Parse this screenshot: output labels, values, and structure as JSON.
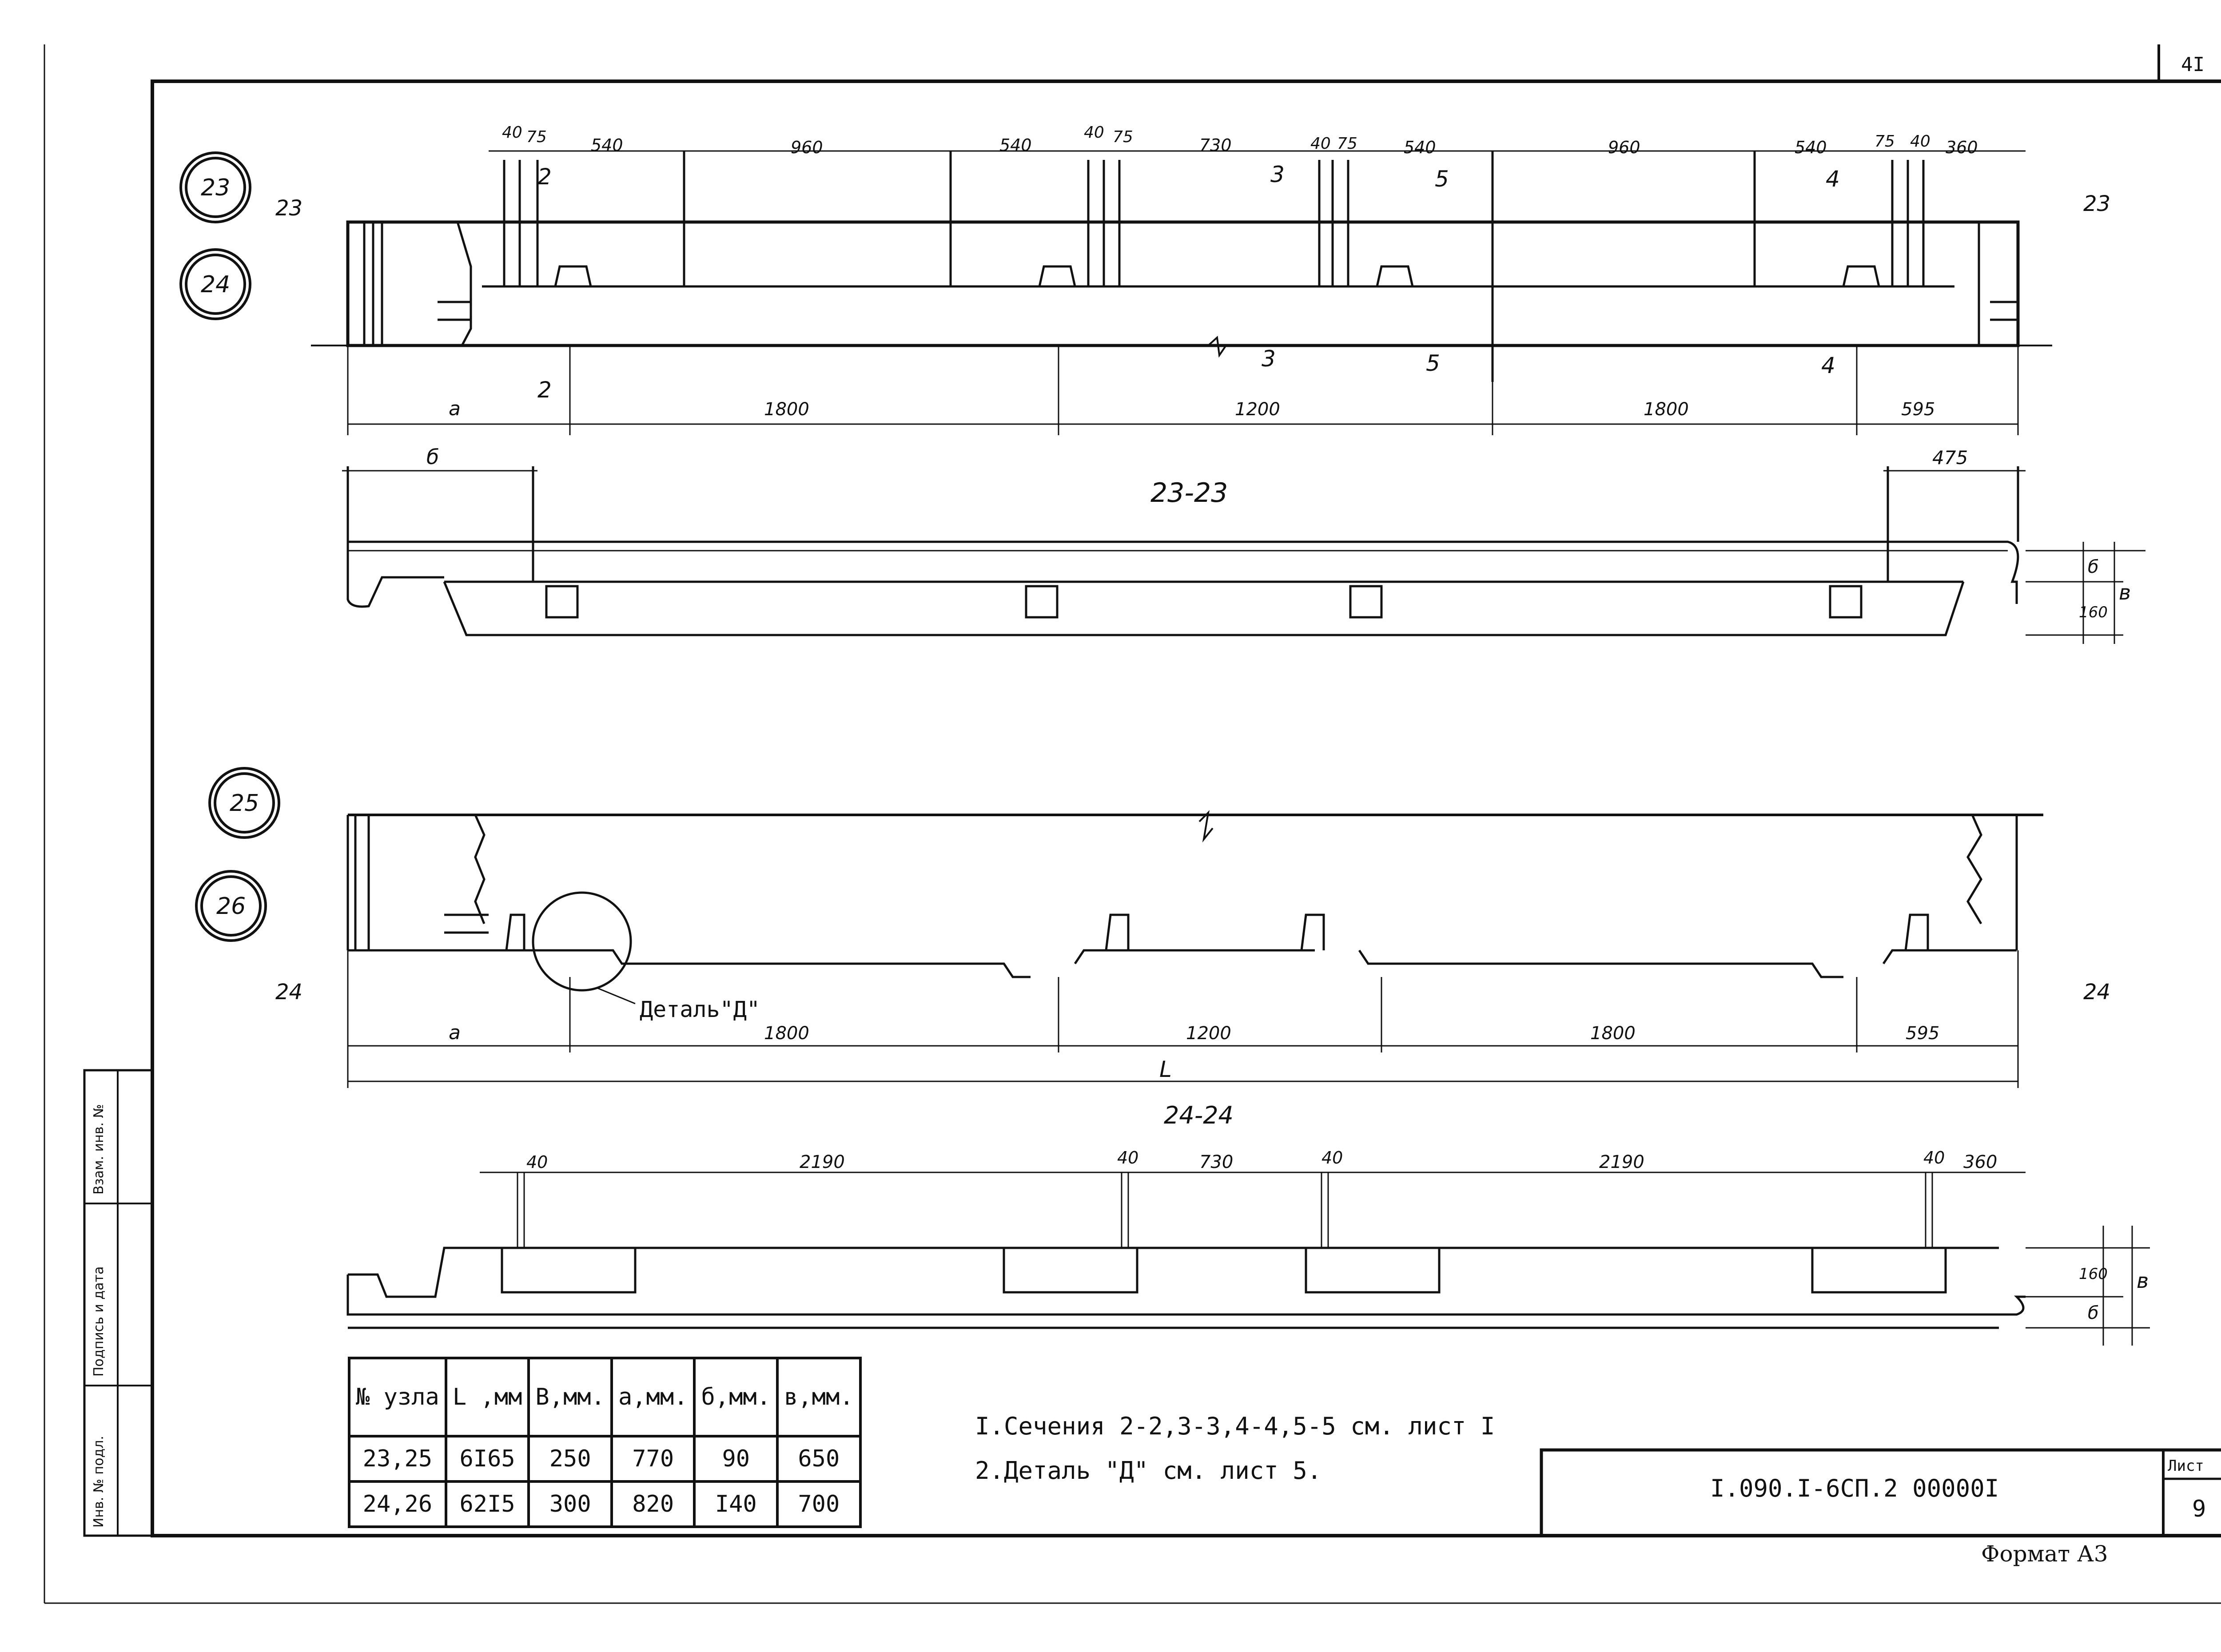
{
  "sheet": {
    "top_page_number": "4I",
    "list_label": "Лист",
    "list_number": "9",
    "document_code": "I.090.I-6СП.2  00000I",
    "format_label": "Формат А3"
  },
  "side_stamp": {
    "col1": "Инв. № подл.",
    "col2": "Подпись и дата",
    "col3": "Взам. инв. №"
  },
  "nodes": {
    "top_pair": [
      "23",
      "24"
    ],
    "bottom_pair": [
      "25",
      "26"
    ]
  },
  "view1": {
    "section_mark": "23",
    "top_dims": [
      "40",
      "75",
      "540",
      "960",
      "540",
      "40",
      "75",
      "730",
      "40",
      "75",
      "540",
      "960",
      "540",
      "75",
      "40",
      "360"
    ],
    "bottom_dims": [
      "a",
      "1800",
      "1200",
      "1800",
      "595"
    ],
    "cut_marks": [
      "2",
      "3",
      "5",
      "4"
    ]
  },
  "section_23": {
    "title": "23-23",
    "dim_left": "б",
    "dim_right": "475",
    "dim_height_1": "б",
    "dim_height_2": "160",
    "dim_height_total": "в"
  },
  "view2": {
    "section_mark": "24",
    "detail_label": "Деталь\"Д\"",
    "bottom_dims": [
      "a",
      "1800",
      "1200",
      "1800",
      "595"
    ],
    "overall": "L"
  },
  "section_24": {
    "title": "24-24",
    "top_dims": [
      "40",
      "2190",
      "40",
      "730",
      "40",
      "2190",
      "40",
      "360"
    ],
    "dim_height_1": "160",
    "dim_height_2": "б",
    "dim_height_total": "в"
  },
  "table": {
    "headers": [
      "№ узла",
      "L ,мм",
      "В,мм.",
      "а,мм.",
      "б,мм.",
      "в,мм."
    ],
    "rows": [
      [
        "23,25",
        "6I65",
        "250",
        "770",
        "90",
        "650"
      ],
      [
        "24,26",
        "62I5",
        "300",
        "820",
        "I40",
        "700"
      ]
    ]
  },
  "notes": [
    "I.Сечения 2-2,3-3,4-4,5-5 см. лист I",
    "2.Деталь \"Д\" см. лист 5."
  ]
}
